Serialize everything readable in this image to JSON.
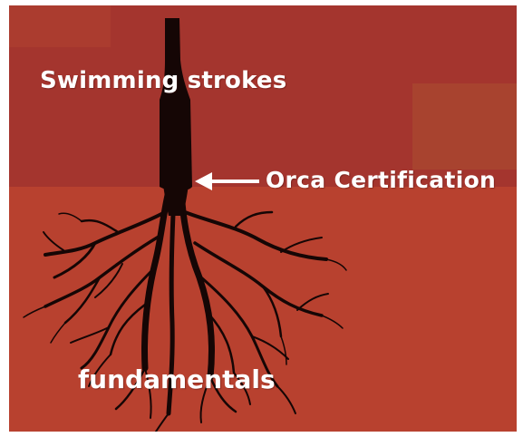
{
  "diagram": {
    "labels": {
      "top": "Swimming strokes",
      "middle": "Orca Certification",
      "bottom": "fundamentals"
    },
    "colors": {
      "background_upper": "#a4352e",
      "background_lower": "#b8412f",
      "silhouette": "#150605",
      "text": "#ffffff"
    },
    "icons": {
      "trunk": "bottle-silhouette",
      "roots": "roots-silhouette",
      "pointer": "left-arrow"
    }
  }
}
